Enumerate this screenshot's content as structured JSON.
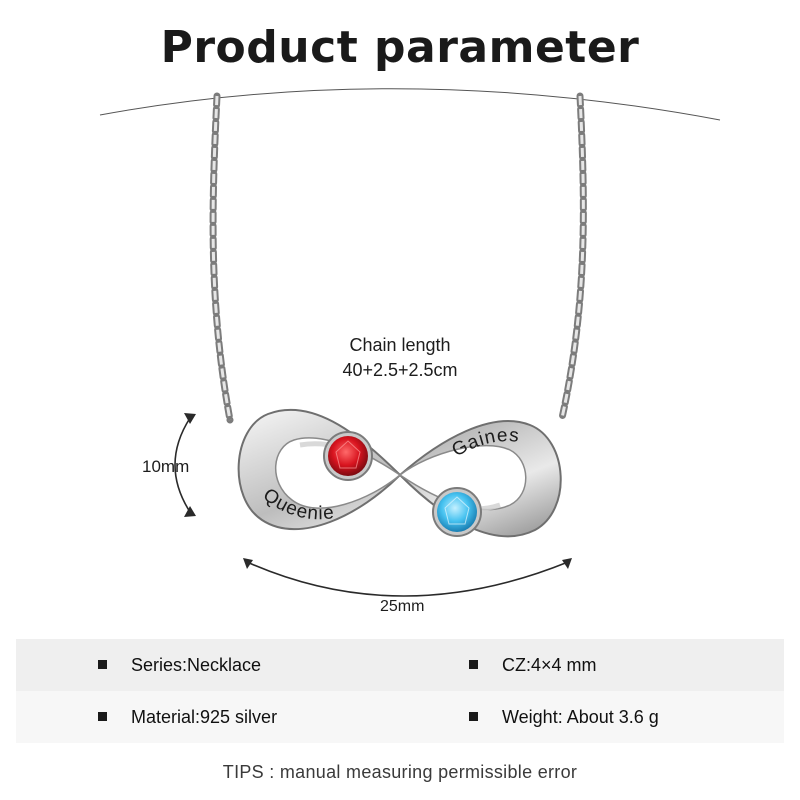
{
  "title": "Product parameter",
  "chain_label": {
    "line1": "Chain length",
    "line2": "40+2.5+2.5cm"
  },
  "pendant": {
    "engraving_left": "Queenie",
    "engraving_right": "Gaines",
    "stone_left_color": "#d8141f",
    "stone_right_color": "#46c2f0"
  },
  "dimensions": {
    "height": "10mm",
    "width": "25mm"
  },
  "specs": [
    {
      "label": "Series:Necklace"
    },
    {
      "label": "CZ:4×4 mm"
    },
    {
      "label": "Material:925 silver"
    },
    {
      "label": "Weight: About 3.6 g"
    }
  ],
  "tips": "TIPS : manual measuring permissible error"
}
